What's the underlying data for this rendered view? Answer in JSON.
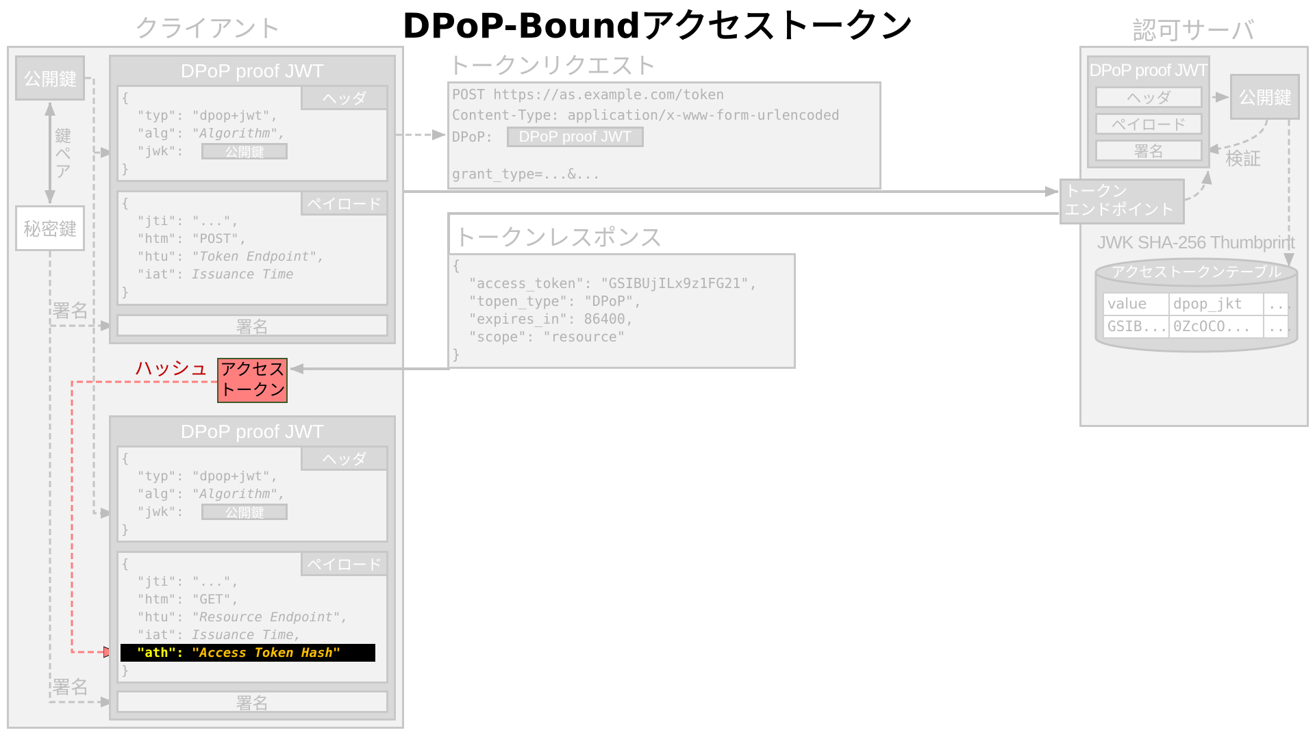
{
  "title": "DPoP-Boundアクセストークン",
  "client": {
    "label": "クライアント",
    "public_key": "公開鍵",
    "private_key": "秘密鍵",
    "key_pair": "鍵ペア",
    "sign_label_1": "署名",
    "sign_label_2": "署名",
    "hash_label": "ハッシュ",
    "access_token": [
      "アクセス",
      "トークン"
    ]
  },
  "jwt1": {
    "title": "DPoP proof JWT",
    "header_tab": "ヘッダ",
    "payload_tab": "ペイロード",
    "signature": "署名",
    "jwk_value": "公開鍵",
    "header": [
      {
        "t": "{"
      },
      {
        "k": "  \"typ\": ",
        "v": "\"dpop+jwt\","
      },
      {
        "k": "  \"alg\": ",
        "vi": "\"Algorithm\","
      },
      {
        "k": "  \"jwk\": "
      },
      {
        "t": "}"
      }
    ],
    "payload": [
      {
        "t": "{"
      },
      {
        "k": "  \"jti\": ",
        "v": "\"...\","
      },
      {
        "k": "  \"htm\": ",
        "v": "\"POST\","
      },
      {
        "k": "  \"htu\": ",
        "vi": "\"Token Endpoint\","
      },
      {
        "k": "  \"iat\": ",
        "vi": "Issuance Time"
      },
      {
        "t": "}"
      }
    ]
  },
  "jwt2": {
    "title": "DPoP proof JWT",
    "header_tab": "ヘッダ",
    "payload_tab": "ペイロード",
    "signature": "署名",
    "jwk_value": "公開鍵",
    "header": [
      {
        "t": "{"
      },
      {
        "k": "  \"typ\": ",
        "v": "\"dpop+jwt\","
      },
      {
        "k": "  \"alg\": ",
        "vi": "\"Algorithm\","
      },
      {
        "k": "  \"jwk\": "
      },
      {
        "t": "}"
      }
    ],
    "payload": [
      {
        "t": "{"
      },
      {
        "k": "  \"jti\": ",
        "v": "\"...\","
      },
      {
        "k": "  \"htm\": ",
        "v": "\"GET\","
      },
      {
        "k": "  \"htu\": ",
        "vi": "\"Resource Endpoint\","
      },
      {
        "k": "  \"iat\": ",
        "vi": "Issuance Time,"
      },
      {
        "k": "  \"ath\": ",
        "vi": "\"Access Token Hash\""
      },
      {
        "t": "}"
      }
    ]
  },
  "request": {
    "label": "トークンリクエスト",
    "line1": "POST https://as.example.com/token",
    "line2": "Content-Type: application/x-www-form-urlencoded",
    "dpop_key": "DPoP: ",
    "dpop_value": "DPoP proof JWT",
    "line4": "grant_type=...&..."
  },
  "response": {
    "label": "トークンレスポンス",
    "lines": [
      "{",
      "  \"access_token\": \"GSIBUjILx9z1FG21\",",
      "  \"topen_type\": \"DPoP\",",
      "  \"expires_in\": 86400,",
      "  \"scope\": \"resource\"",
      "}"
    ]
  },
  "server": {
    "label": "認可サーバ",
    "jwt_title": "DPoP proof JWT",
    "header": "ヘッダ",
    "payload": "ペイロード",
    "signature": "署名",
    "public_key": "公開鍵",
    "verify": "検証",
    "endpoint": [
      "トークン",
      "エンドポイント"
    ],
    "thumbprint": "JWK SHA-256 Thumbprint",
    "table": {
      "title": "アクセストークンテーブル",
      "headers": [
        "value",
        "dpop_jkt",
        "..."
      ],
      "row": [
        "GSIB...",
        "0ZcOCO...",
        "..."
      ]
    }
  },
  "colors": {
    "access_token_fill": "#ff7f7f",
    "hash_red": "#c00000",
    "ath_key": "#ffff00",
    "ath_value": "#ffc000"
  }
}
